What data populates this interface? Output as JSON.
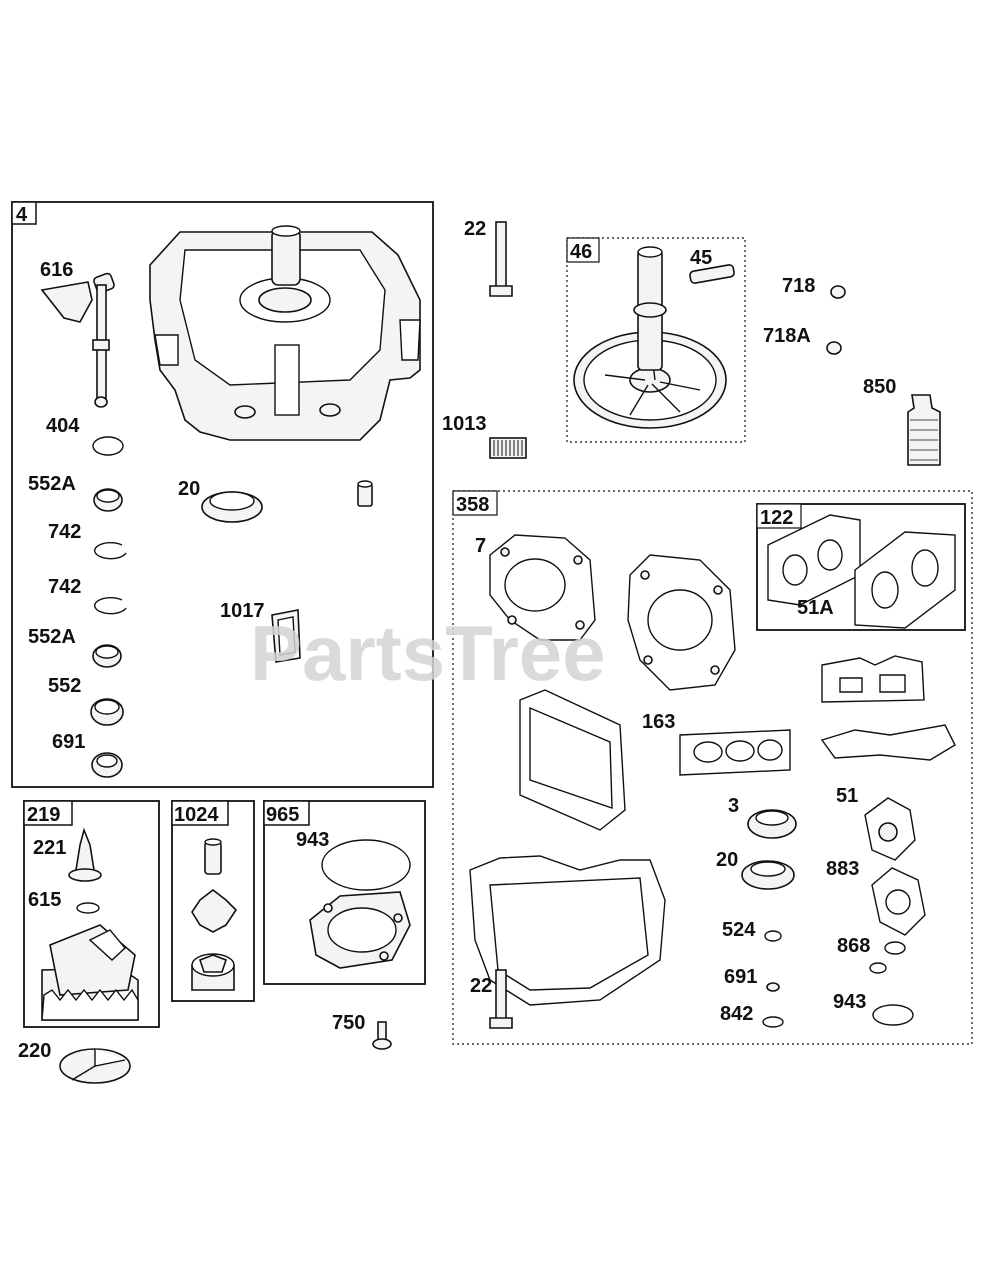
{
  "watermark": "PartsTree",
  "groups": {
    "g4": "4",
    "g219": "219",
    "g1024": "1024",
    "g965": "965",
    "g46": "46",
    "g358": "358",
    "g122": "122"
  },
  "callouts": {
    "c616": "616",
    "c404": "404",
    "c552a_1": "552A",
    "c20_1": "20",
    "c742_1": "742",
    "c742_2": "742",
    "c1017": "1017",
    "c552a_2": "552A",
    "c552": "552",
    "c691_1": "691",
    "c22_1": "22",
    "c45": "45",
    "c718": "718",
    "c718a": "718A",
    "c850": "850",
    "c1013": "1013",
    "c7": "7",
    "c51a": "51A",
    "c163": "163",
    "c3": "3",
    "c51": "51",
    "c20_2": "20",
    "c883": "883",
    "c524": "524",
    "c868": "868",
    "c691_2": "691",
    "c943_2": "943",
    "c842": "842",
    "c22_2": "22",
    "c221": "221",
    "c615": "615",
    "c943_1": "943",
    "c750": "750",
    "c220": "220"
  }
}
